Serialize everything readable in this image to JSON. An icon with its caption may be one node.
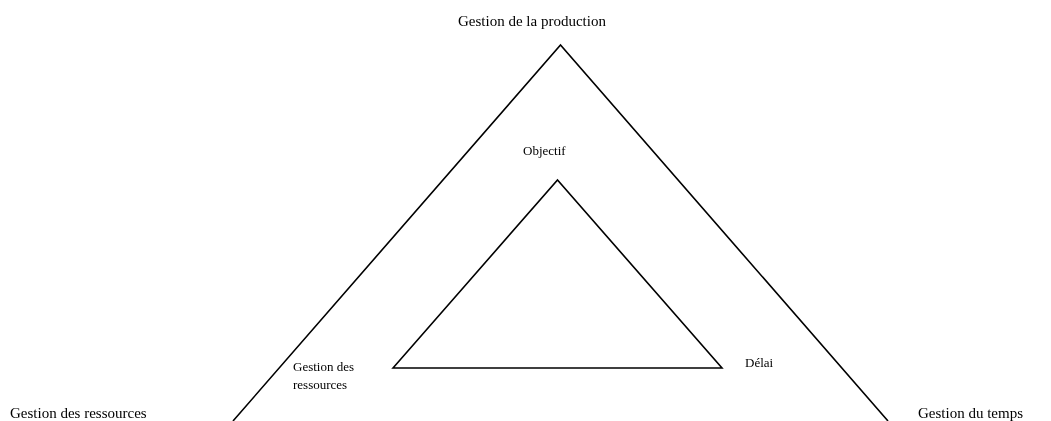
{
  "diagram": {
    "nodes": [
      {
        "text": [],
        "shape": "triangle",
        "beside": [
          "Gestion de la production",
          "Gestion du temps"
        ]
      },
      {
        "text": [],
        "shape": "triangle",
        "in": 0,
        "beside": [
          "Objectif",
          "Gestion des ressources",
          "Délai"
        ]
      }
    ],
    "labels": [
      "Gestion des ressources"
    ]
  }
}
